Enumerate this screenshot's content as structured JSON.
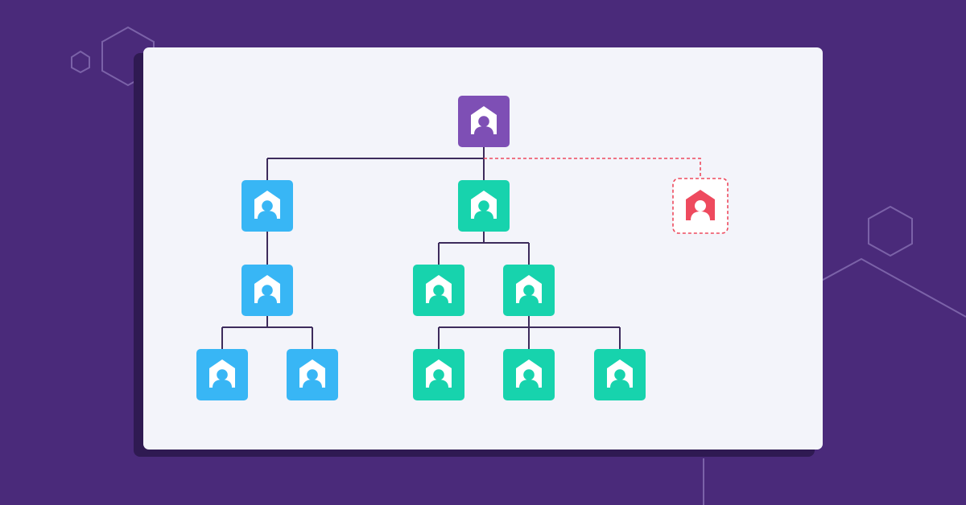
{
  "colors": {
    "background": "#4a2a7a",
    "card": "#f3f4fa",
    "card_shadow": "#2f1a52",
    "connector": "#3d2b5c",
    "dashed_connector": "#ee4a5e",
    "root": "#7e4fb5",
    "left_branch": "#38b6f5",
    "center_branch": "#17d3ad",
    "detached": "#ee4a5e",
    "icon_fg": "#ffffff",
    "decor_line": "#7b62a8"
  },
  "icon": "home-person-icon",
  "nodes": [
    {
      "id": "root",
      "group": "root",
      "parent": null
    },
    {
      "id": "left-1",
      "group": "left_branch",
      "parent": "root"
    },
    {
      "id": "center-1",
      "group": "center_branch",
      "parent": "root"
    },
    {
      "id": "detached",
      "group": "detached",
      "parent": "root",
      "link": "dashed"
    },
    {
      "id": "left-2",
      "group": "left_branch",
      "parent": "left-1"
    },
    {
      "id": "left-3a",
      "group": "left_branch",
      "parent": "left-2"
    },
    {
      "id": "left-3b",
      "group": "left_branch",
      "parent": "left-2"
    },
    {
      "id": "center-2a",
      "group": "center_branch",
      "parent": "center-1"
    },
    {
      "id": "center-2b",
      "group": "center_branch",
      "parent": "center-1"
    },
    {
      "id": "center-3a",
      "group": "center_branch",
      "parent": "center-2b"
    },
    {
      "id": "center-3b",
      "group": "center_branch",
      "parent": "center-2b"
    },
    {
      "id": "center-3c",
      "group": "center_branch",
      "parent": "center-2b"
    }
  ]
}
